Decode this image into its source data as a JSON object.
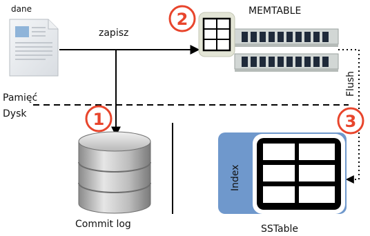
{
  "labels": {
    "data": "dane",
    "write": "zapisz",
    "memtable": "MEMTABLE",
    "memory": "Pamięć",
    "disk": "Dysk",
    "flush": "Flush",
    "commit_log": "Commit log",
    "index": "Index",
    "sstable": "SSTable"
  },
  "steps": {
    "s1": "1",
    "s2": "2",
    "s3": "3"
  },
  "colors": {
    "step_marker": "#e8452c",
    "sstable_index": "#6f98cc",
    "ram_module": "#d2d7d5",
    "ram_chip": "#1f2a3a",
    "line": "#000000"
  },
  "icons": {
    "data": "document-icon",
    "memtable": "table-icon",
    "ram": "ram-module-icon",
    "commit_log": "database-icon"
  }
}
